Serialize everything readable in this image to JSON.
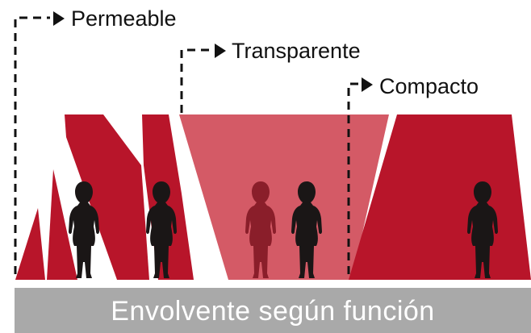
{
  "callouts": {
    "permeable": "Permeable",
    "transparente": "Transparente",
    "compacto": "Compacto"
  },
  "footer": {
    "title": "Envolvente según función"
  },
  "colors": {
    "solid_red": "#b8152a",
    "translucent_red": "#d45a66",
    "silhouette": "#1a1616",
    "silhouette_behind_glass": "#8a1e2a",
    "footer_bar": "#a9a9a9",
    "leader_line": "#111111"
  },
  "icons": [
    "right-arrowhead-icon",
    "person-silhouette-icon"
  ]
}
